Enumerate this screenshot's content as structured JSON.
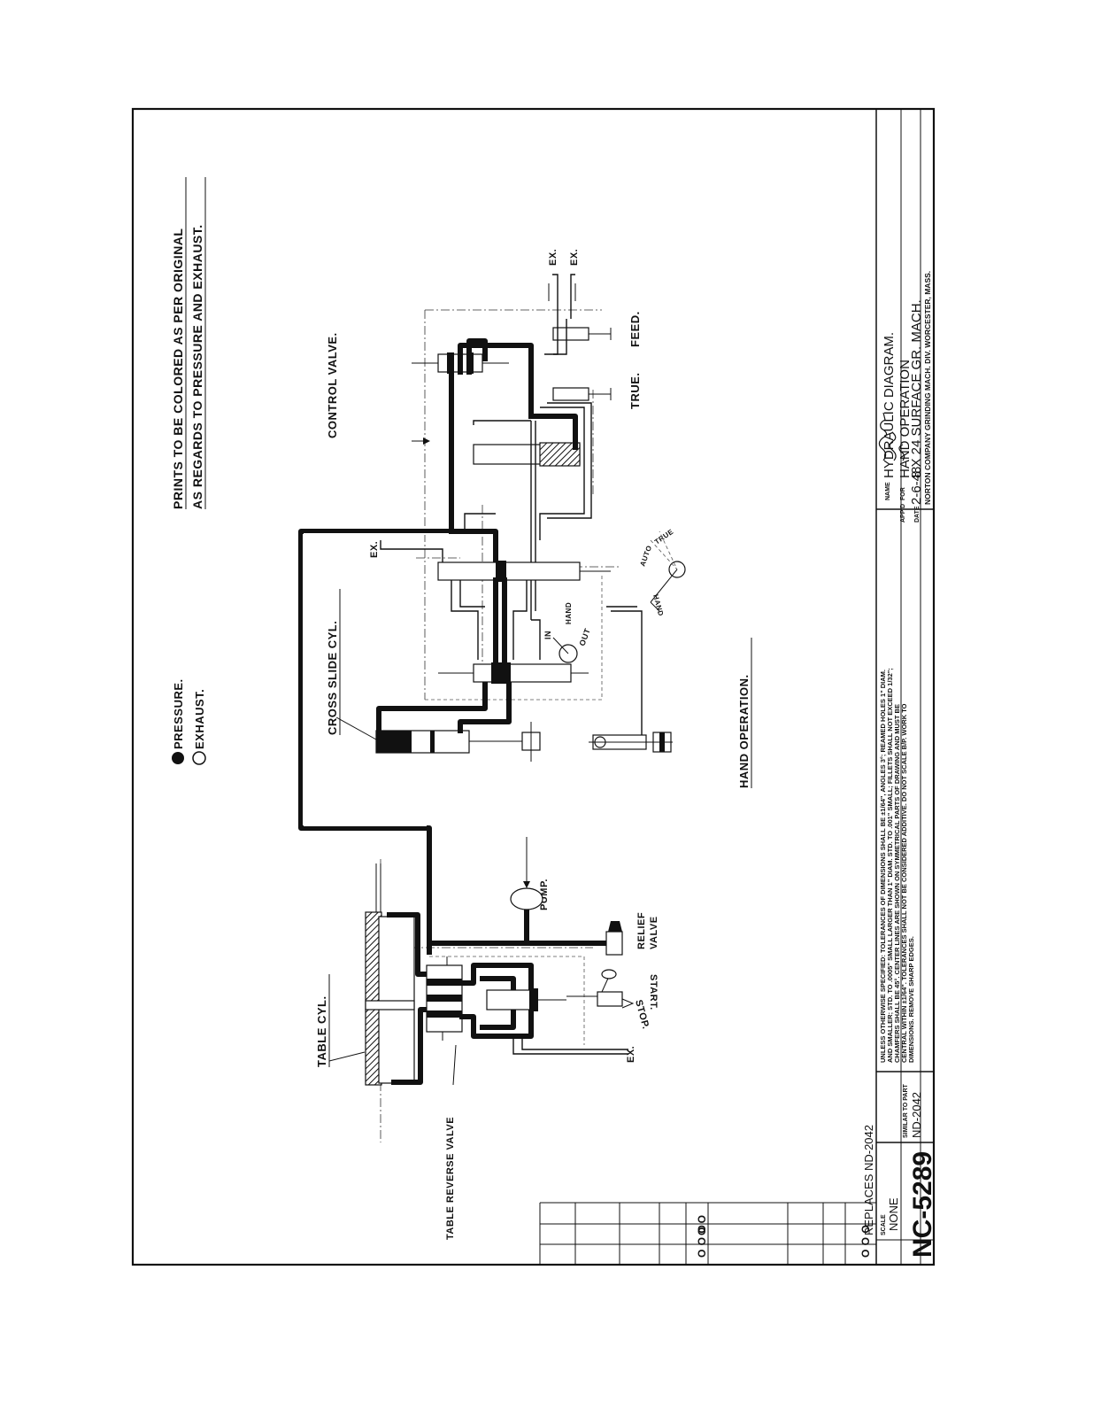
{
  "legend": {
    "pressure": "PRESSURE.",
    "exhaust": "EXHAUST.",
    "note_line1": "PRINTS TO BE COLORED AS PER ORIGINAL",
    "note_line2": "AS REGARDS TO PRESSURE AND EXHAUST."
  },
  "labels": {
    "control_valve": "CONTROL VALVE.",
    "cross_slide_cyl": "CROSS SLIDE CYL.",
    "hand_operation": "HAND OPERATION.",
    "table_cyl": "TABLE CYL.",
    "table_reverse_valve": "TABLE REVERSE VALVE",
    "pump": "PUMP.",
    "relief": "RELIEF",
    "valve": "VALVE",
    "start": "START.",
    "stop": "STOP.",
    "ex": "EX.",
    "true": "TRUE.",
    "feed": "FEED.",
    "in": "IN",
    "out": "OUT",
    "hand": "HAND",
    "hand_lever": "HAND",
    "auto": "AUTO",
    "true_lever": "TRUE"
  },
  "notes": {
    "line1": "UNLESS OTHERWISE SPECIFIED: TOLERANCES OF DIMENSIONS SHALL BE ±1/64\", ANGLES 3°; REAMED HOLES 1\" DIAM.",
    "line2": "AND SMALLER; STD. TO .0005\" SMALL LARGER THAN 1\" DIAM. STD. TO .001\" SMALL; FILLETS SHALL NOT EXCEED 1/32\";",
    "line3": "CHAMFERS SHALL BE 45°. CENTER LINES ARE SHOWN ON SYMMETRICAL PARTS OF DRAWING AND MUST BE",
    "line4": "CENTRAL WITHIN ±1/64\". TOLERANCES SHALL NOT BE CONSIDERED ADDITIVE. DO NOT SCALE B/P. WORK TO",
    "line5": "DIMENSIONS. REMOVE SHARP EDGES."
  },
  "title_block": {
    "name_label": "NAME",
    "name": "HYDRAULIC DIAGRAM.",
    "for_label": "FOR",
    "for_line1": "HAND OPERATION",
    "for_line2": "8 X 24 SURFACE GR. MACH.",
    "appd_label": "APP'D",
    "date_label": "DATE",
    "date": "2-6-48",
    "company": "NORTON COMPANY  GRINDING MACH. DIV.  WORCESTER, MASS.",
    "scale_label": "SCALE",
    "scale": "NONE",
    "replaces": "REPLACES  ND-2042",
    "similar_label": "SIMILAR TO PART",
    "similar": "ND-2042",
    "drawing_number": "NC-5289"
  },
  "revision_marks": {
    "row_a": "O O O",
    "row_b": "O O",
    "row_c": "O O O"
  }
}
